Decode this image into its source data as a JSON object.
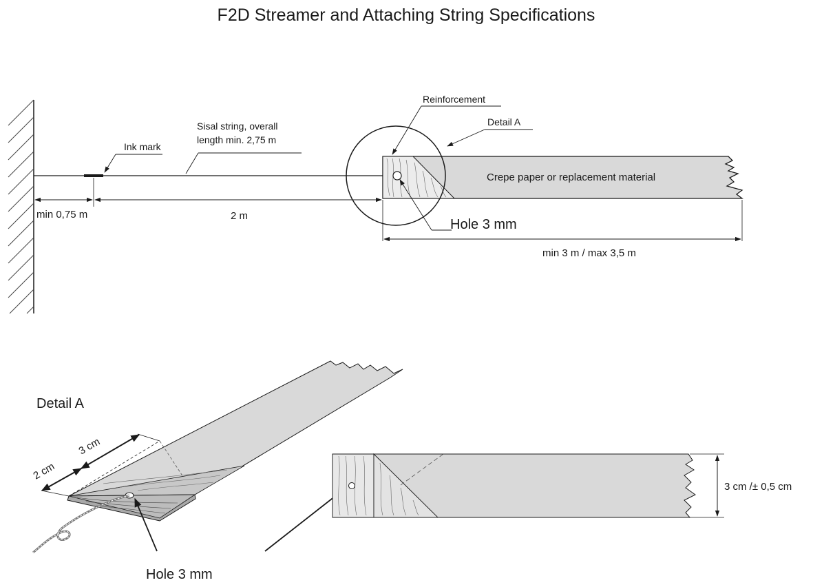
{
  "title": "F2D Streamer and Attaching String Specifications",
  "top_view": {
    "ink_mark_label": "Ink mark",
    "string_label_line1": "Sisal string, overall",
    "string_label_line2": "length min. 2,75 m",
    "reinforcement_label": "Reinforcement",
    "detail_callout_label": "Detail A",
    "crepe_label": "Crepe paper or replacement material",
    "hole_label": "Hole 3 mm",
    "dim_min_075": "min 0,75 m",
    "dim_2m": "2 m",
    "dim_length": "min 3 m / max 3,5 m"
  },
  "detail": {
    "title": "Detail A",
    "dim_3cm": "3 cm",
    "dim_2cm": "2 cm",
    "hole_label": "Hole 3 mm",
    "width_label": "3 cm /± 0,5 cm"
  },
  "colors": {
    "paper": "#d9d9d9",
    "reinforcement": "#ececec",
    "reinforcement_dark": "#a9a9a9",
    "line": "#1a1a1a"
  }
}
